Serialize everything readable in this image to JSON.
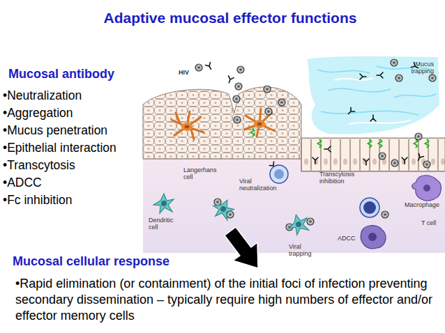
{
  "diagram": {
    "title": "Adaptive mucosal effector functions",
    "labels": [
      "Mucosal antibody",
      "•Neutralization",
      "•Aggregation",
      "•Mucus penetration",
      "•Epithelial interaction",
      "•Transcytosis",
      "•ADCC",
      "•Fc inhibition",
      "HIV",
      "Mucus trapping",
      "Langerhans cell",
      "Viral neutralization",
      "Transcytosis inhibition",
      "Dendritic cell",
      "Macrophage",
      "T cell",
      "Viral trapping",
      "ADCC",
      "Mucosal cellular response",
      "•Rapid elimination (or containment) of the initial foci of infection preventing secondary dissemination – typically require high numbers of effector and/or effector memory cells"
    ]
  }
}
